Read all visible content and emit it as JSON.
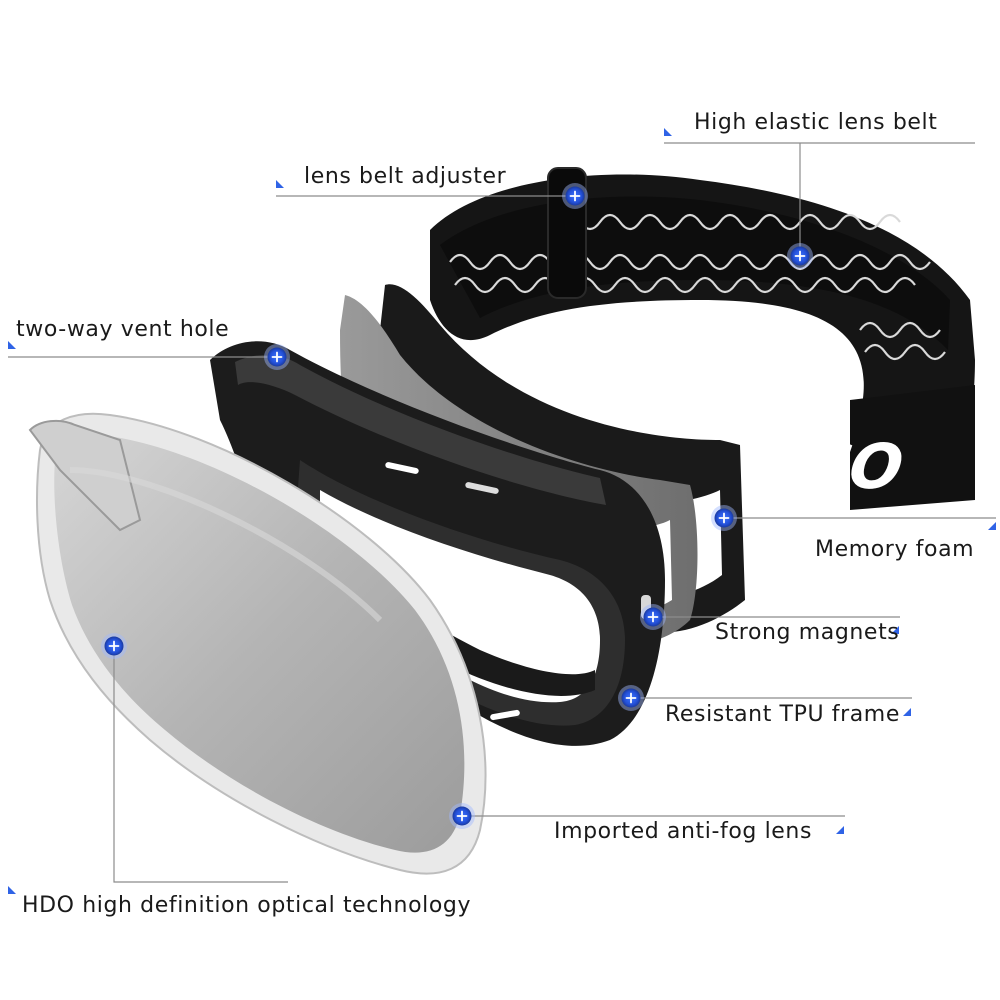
{
  "colors": {
    "accent": "#2f63e6",
    "marker_fill": "#2c5ff0",
    "line": "#8c8c8c",
    "text": "#1a1a1a",
    "strap": "#141414",
    "lens": "#b8b8b8",
    "frame_gray": "#8a8a8a"
  },
  "brand_text": "CO",
  "callouts": [
    {
      "id": "high-elastic-lens-belt",
      "label": "High elastic lens belt"
    },
    {
      "id": "lens-belt-adjuster",
      "label": "lens belt adjuster"
    },
    {
      "id": "two-way-vent-hole",
      "label": "two-way vent hole"
    },
    {
      "id": "memory-foam",
      "label": "Memory foam"
    },
    {
      "id": "strong-magnets",
      "label": "Strong magnets"
    },
    {
      "id": "resistant-tpu-frame",
      "label": "Resistant TPU frame"
    },
    {
      "id": "imported-anti-fog-lens",
      "label": "Imported anti-fog lens"
    },
    {
      "id": "hdo-optical-technology",
      "label": "HDO high definition optical technology"
    }
  ],
  "marker_icon": "plus-circle-icon",
  "corner_icon": "corner-triangle-icon"
}
